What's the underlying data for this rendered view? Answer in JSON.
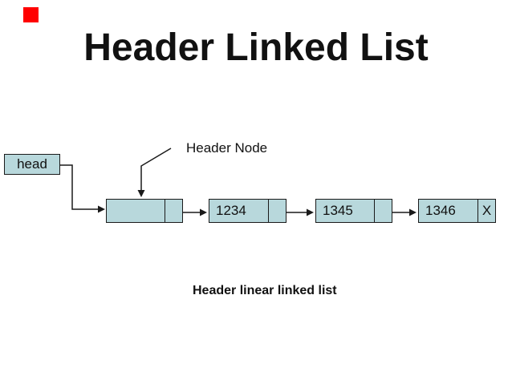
{
  "slide": {
    "title": "Header Linked List",
    "caption": "Header linear linked list"
  },
  "diagram": {
    "head_label": "head",
    "header_node_label": "Header Node",
    "nodes": [
      {
        "role": "header-node",
        "value": "",
        "next": ""
      },
      {
        "role": "data-node",
        "value": "1234",
        "next": ""
      },
      {
        "role": "data-node",
        "value": "1345",
        "next": ""
      },
      {
        "role": "data-node",
        "value": "1346",
        "next": "X"
      }
    ]
  },
  "colors": {
    "accent-red": "#ff0000",
    "node-fill": "#b8d8dc",
    "node-border": "#1a1a1a",
    "text": "#111111"
  }
}
